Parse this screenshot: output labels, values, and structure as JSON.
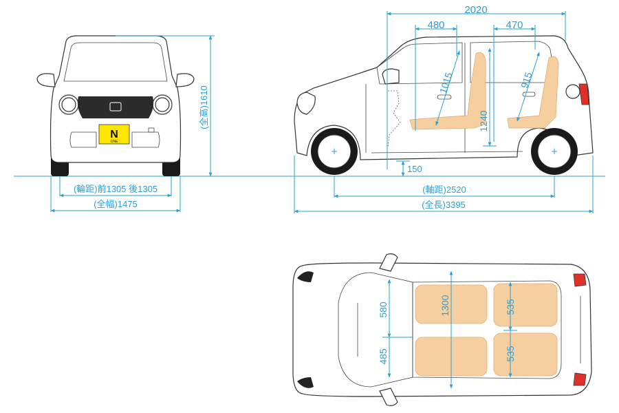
{
  "labels": {
    "overall_height": "(全高)1610",
    "tread": "(輪距)前1305 後1305",
    "overall_width": "(全幅)1475",
    "interior_length": "2020",
    "front_seat_legroom": "480",
    "rear_seat_legroom": "470",
    "front_headroom": "1015",
    "rear_headroom": "915",
    "interior_height": "1240",
    "ground_clearance": "150",
    "wheelbase": "(軸距)2520",
    "overall_length": "(全長)3395",
    "interior_width": "1300",
    "front_seat_width": "580",
    "front_seat_width_2": "485",
    "rear_seat_width": "535",
    "rear_seat_width_2": "535",
    "badge_letter": "N",
    "badge_sub": "ONE"
  },
  "colors": {
    "dimension": "#2a9fd6",
    "seat": "#f6cfa0",
    "badge": "#ffe600",
    "tail_lamp": "#e0302a"
  }
}
